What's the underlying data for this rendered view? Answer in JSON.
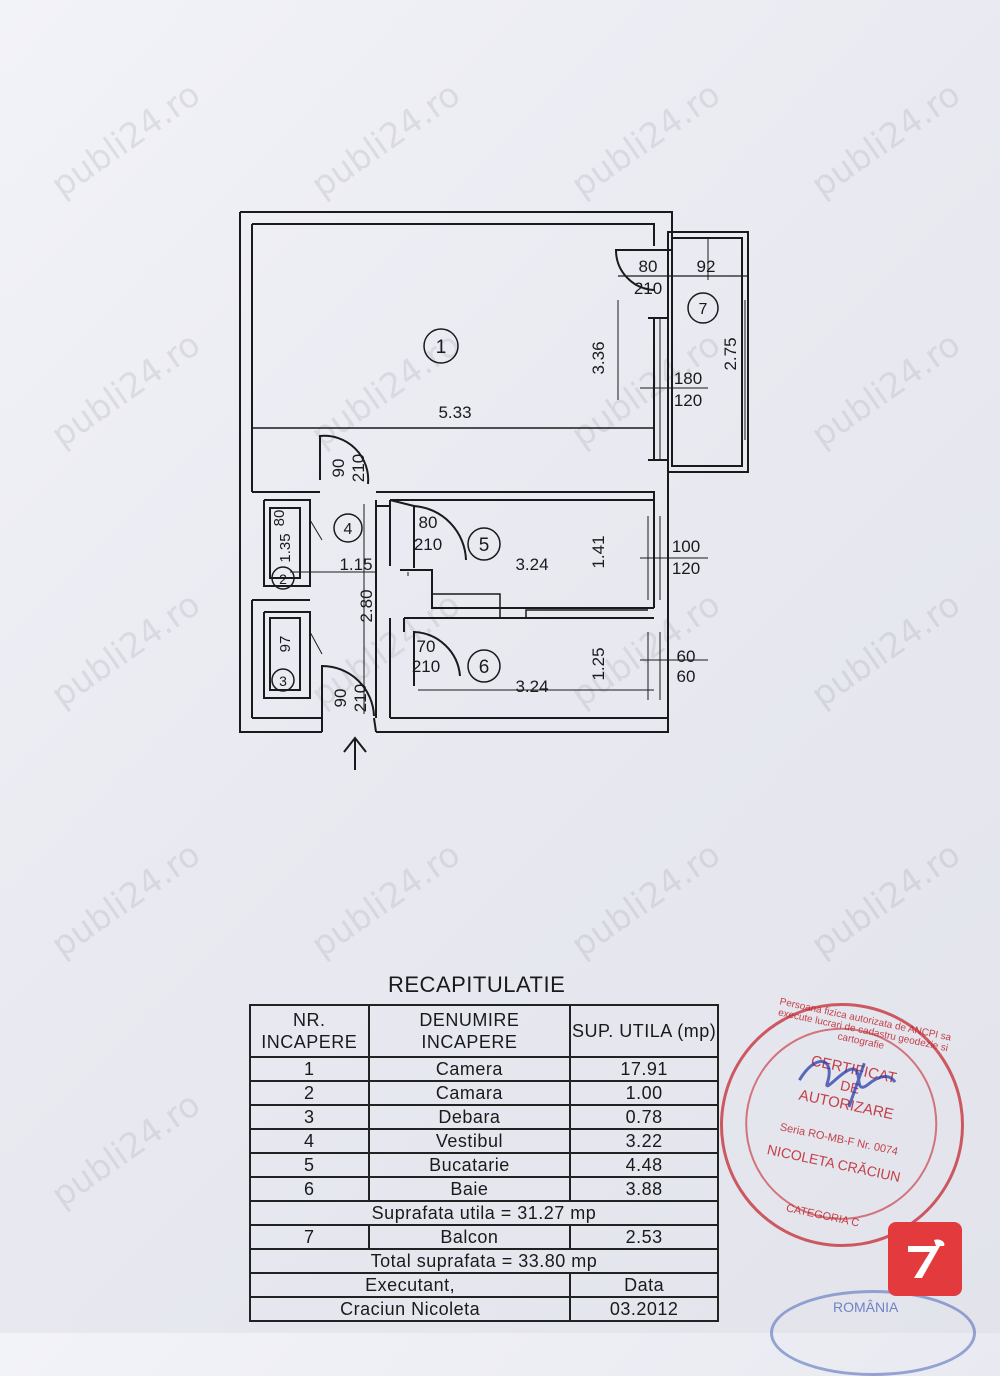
{
  "watermark": "publi24.ro",
  "plan": {
    "rooms": [
      "1",
      "2",
      "3",
      "4",
      "5",
      "6",
      "7"
    ],
    "dimensions": {
      "room1_width": "5.33",
      "room1_height": "3.36",
      "door1_top": "80",
      "door1_bottom": "210",
      "balcony_depth": "92",
      "balcony_length": "2.75",
      "window1_top": "180",
      "window1_bottom": "120",
      "door_hall_top": "90",
      "door_hall_bottom": "210",
      "door2_top": "80",
      "door2_bottom": "1.35",
      "hall_width": "1.15",
      "hall_length": "2.80",
      "door5_top": "80",
      "door5_bottom": "210",
      "kitchen_width": "3.24",
      "kitchen_height": "1.41",
      "window5_top": "100",
      "window5_bottom": "120",
      "closet3": "97",
      "door6_top": "70",
      "door6_bottom": "210",
      "bath_width": "3.24",
      "bath_height": "1.25",
      "window6_top": "60",
      "window6_bottom": "60",
      "entry_top": "90",
      "entry_bottom": "210"
    }
  },
  "table": {
    "title": "RECAPITULATIE",
    "headers": [
      "NR. INCAPERE",
      "DENUMIRE INCAPERE",
      "SUP. UTILA (mp)"
    ],
    "rows": [
      [
        "1",
        "Camera",
        "17.91"
      ],
      [
        "2",
        "Camara",
        "1.00"
      ],
      [
        "3",
        "Debara",
        "0.78"
      ],
      [
        "4",
        "Vestibul",
        "3.22"
      ],
      [
        "5",
        "Bucatarie",
        "4.48"
      ],
      [
        "6",
        "Baie",
        "3.88"
      ]
    ],
    "subtotal": "Suprafata utila = 31.27 mp",
    "balcony_row": [
      "7",
      "Balcon",
      "2.53"
    ],
    "total": "Total suprafata = 33.80 mp",
    "executant_label": "Executant,",
    "data_label": "Data",
    "executant_name": "Craciun Nicoleta",
    "date": "03.2012"
  },
  "stamp": {
    "ring_text": "Persoana fizica autorizata de ANCPI sa execute lucrari de cadastru geodezie si cartografie",
    "line1": "CERTIFICAT",
    "line2": "DE",
    "line3": "AUTORIZARE",
    "serial": "Seria RO-MB-F Nr. 0074",
    "name": "NICOLETA CRĂCIUN",
    "category": "CATEGORIA C"
  },
  "blue_stamp": {
    "text": "ROMÂNIA"
  },
  "colors": {
    "stamp": "#c42832",
    "logo": "#e23a3d",
    "paper": "#eceef4",
    "ink": "#1a1a1c"
  }
}
